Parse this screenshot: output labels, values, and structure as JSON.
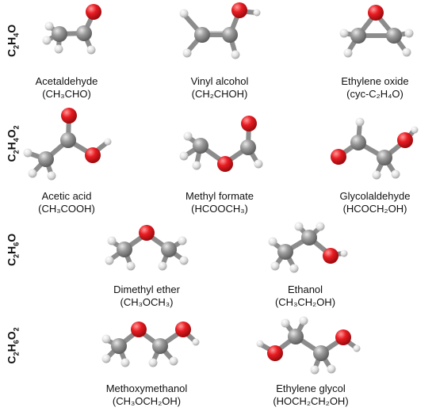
{
  "colors": {
    "carbon": "#8f8f8f",
    "oxygen": "#e0141b",
    "hydrogen": "#e6e6e6",
    "bond": "#8c8c8c"
  },
  "rows": [
    {
      "label": "C2H4O"
    },
    {
      "label": "C2H4O2"
    },
    {
      "label": "C2H6O"
    },
    {
      "label": "C2H6O2"
    }
  ],
  "molecules": {
    "acetaldehyde": {
      "name": "Acetaldehyde",
      "formula": "(CH₃CHO)"
    },
    "vinyl_alcohol": {
      "name": "Vinyl alcohol",
      "formula": "(CH₂CHOH)"
    },
    "ethylene_oxide": {
      "name": "Ethylene oxide",
      "formula": "(cyc-C₂H₄O)"
    },
    "acetic_acid": {
      "name": "Acetic acid",
      "formula": "(CH₃COOH)"
    },
    "methyl_formate": {
      "name": "Methyl formate",
      "formula": "(HCOOCH₃)"
    },
    "glycolaldehyde": {
      "name": "Glycolaldehyde",
      "formula": "(HCOCH₂OH)"
    },
    "dimethyl_ether": {
      "name": "Dimethyl ether",
      "formula": "(CH₃OCH₃)"
    },
    "ethanol": {
      "name": "Ethanol",
      "formula": "(CH₃CH₂OH)"
    },
    "methoxymethanol": {
      "name": "Methoxymethanol",
      "formula": "(CH₃OCH₂OH)"
    },
    "ethylene_glycol": {
      "name": "Ethylene glycol",
      "formula": "(HOCH₂CH₂OH)"
    }
  }
}
